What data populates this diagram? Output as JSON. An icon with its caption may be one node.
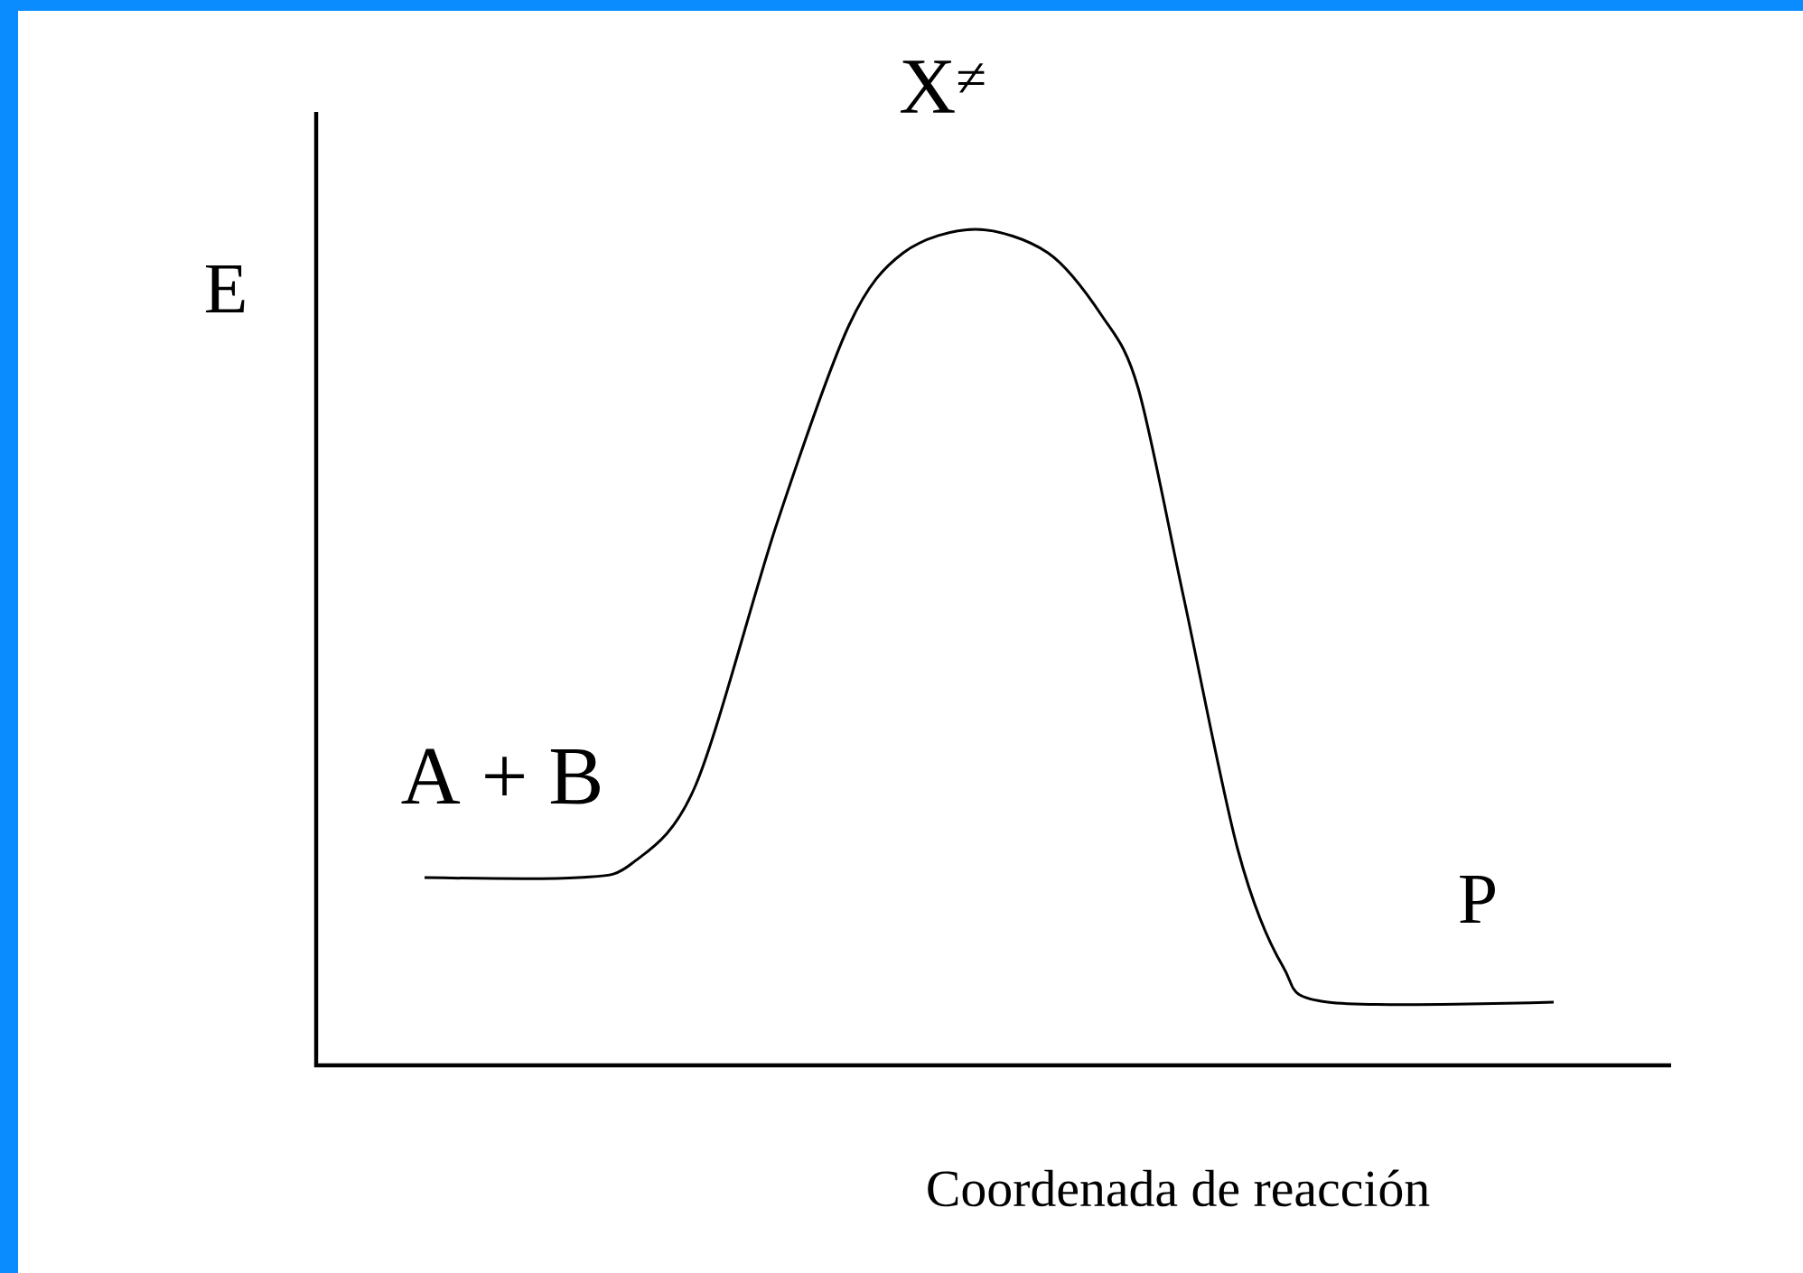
{
  "diagram": {
    "labels": [
      "X$^{≠}$",
      "E",
      "A + B",
      "P",
      "Coordenada de reacción"
    ]
  }
}
